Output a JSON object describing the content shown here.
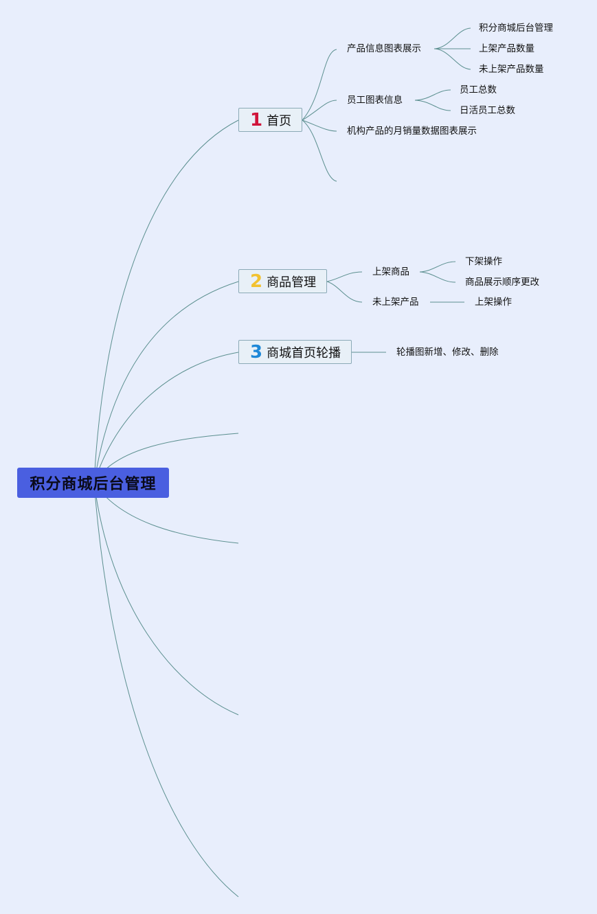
{
  "root": {
    "label": "积分商城后台管理",
    "color": "#4a5fe0"
  },
  "branches": [
    {
      "num": "1",
      "num_color": "#d0143a",
      "label": "首页",
      "children": [
        {
          "label": "产品信息图表展示",
          "children": [
            "积分商城后台管理",
            "上架产品数量",
            "未上架产品数量"
          ]
        },
        {
          "label": "员工图表信息",
          "children": [
            "员工总数",
            "日活员工总数"
          ]
        },
        {
          "label": "机构产品的月销量数据图表展示",
          "children": []
        },
        {
          "label": "",
          "children": []
        }
      ]
    },
    {
      "num": "2",
      "num_color": "#f2c230",
      "label": "商品管理",
      "children": [
        {
          "label": "上架商品",
          "children": [
            "下架操作",
            "商品展示顺序更改"
          ]
        },
        {
          "label": "未上架产品",
          "children": [
            "上架操作"
          ]
        }
      ]
    },
    {
      "num": "3",
      "num_color": "#1e88d8",
      "label": "商城首页轮播",
      "children": [
        {
          "label": "轮播图新增、修改、删除",
          "children": []
        }
      ]
    }
  ]
}
